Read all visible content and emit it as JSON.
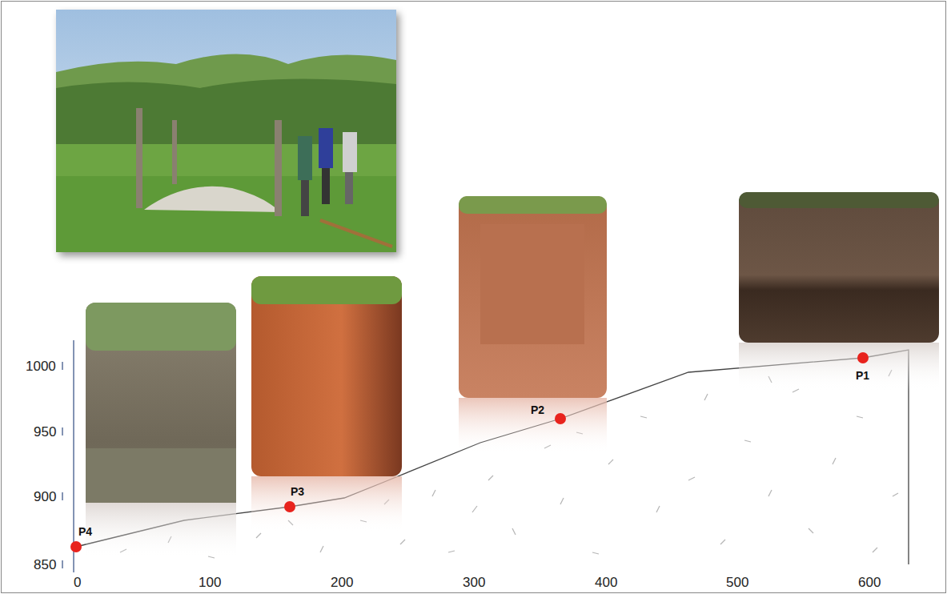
{
  "diagram": {
    "labels": [
      "1000",
      "950",
      "900",
      "850",
      "0",
      "100",
      "200",
      "300",
      "400",
      "500",
      "600",
      "P4",
      "P3",
      "P2",
      "P1"
    ]
  }
}
